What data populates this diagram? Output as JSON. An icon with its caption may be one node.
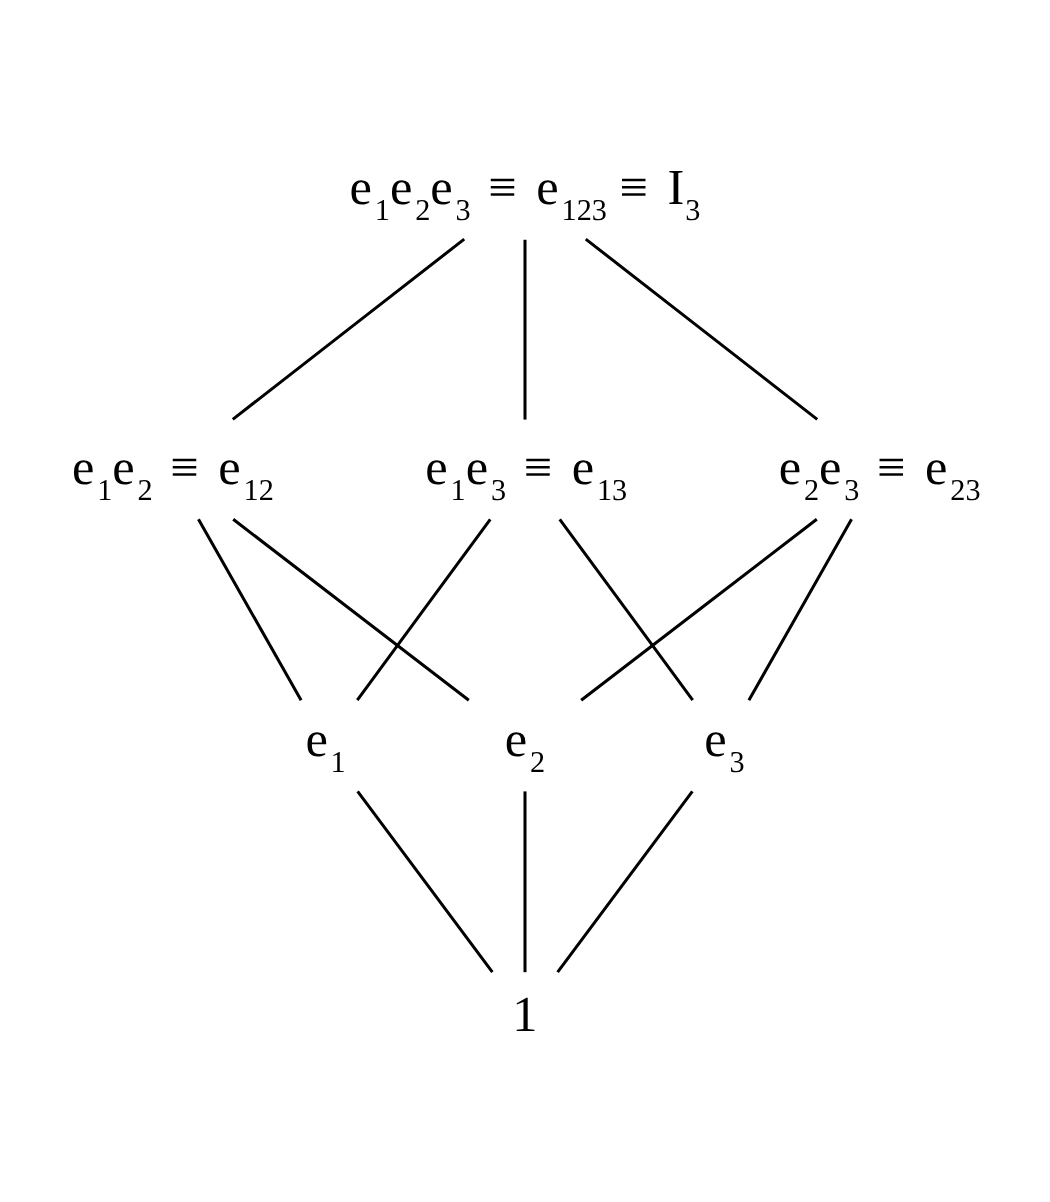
{
  "diagram": {
    "nodes": [
      {
        "text": [
          "e$_{1}$e$_{2}$e$_{3}$ ≡ e$_{123}$ ≡ I$_{3}$"
        ]
      },
      {
        "text": [
          "e$_{1}$e$_{2}$ ≡ e$_{12}$"
        ]
      },
      {
        "text": [
          "e$_{1}$e$_{3}$ ≡ e$_{13}$"
        ]
      },
      {
        "text": [
          "e$_{2}$e$_{3}$ ≡ e$_{23}$"
        ]
      },
      {
        "text": [
          "e$_{1}$"
        ]
      },
      {
        "text": [
          "e$_{2}$"
        ]
      },
      {
        "text": [
          "e$_{3}$"
        ]
      },
      {
        "text": [
          "1"
        ]
      }
    ],
    "edges": [
      {
        "from": 0,
        "to": 1,
        "arrow": "none"
      },
      {
        "from": 0,
        "to": 2,
        "arrow": "none"
      },
      {
        "from": 0,
        "to": 3,
        "arrow": "none"
      },
      {
        "from": 1,
        "to": 4,
        "arrow": "none"
      },
      {
        "from": 1,
        "to": 5,
        "arrow": "none"
      },
      {
        "from": 2,
        "to": 4,
        "arrow": "none"
      },
      {
        "from": 2,
        "to": 6,
        "arrow": "none"
      },
      {
        "from": 3,
        "to": 5,
        "arrow": "none"
      },
      {
        "from": 3,
        "to": 6,
        "arrow": "none"
      },
      {
        "from": 4,
        "to": 7,
        "arrow": "none"
      },
      {
        "from": 5,
        "to": 7,
        "arrow": "none"
      },
      {
        "from": 6,
        "to": 7,
        "arrow": "none"
      }
    ]
  }
}
